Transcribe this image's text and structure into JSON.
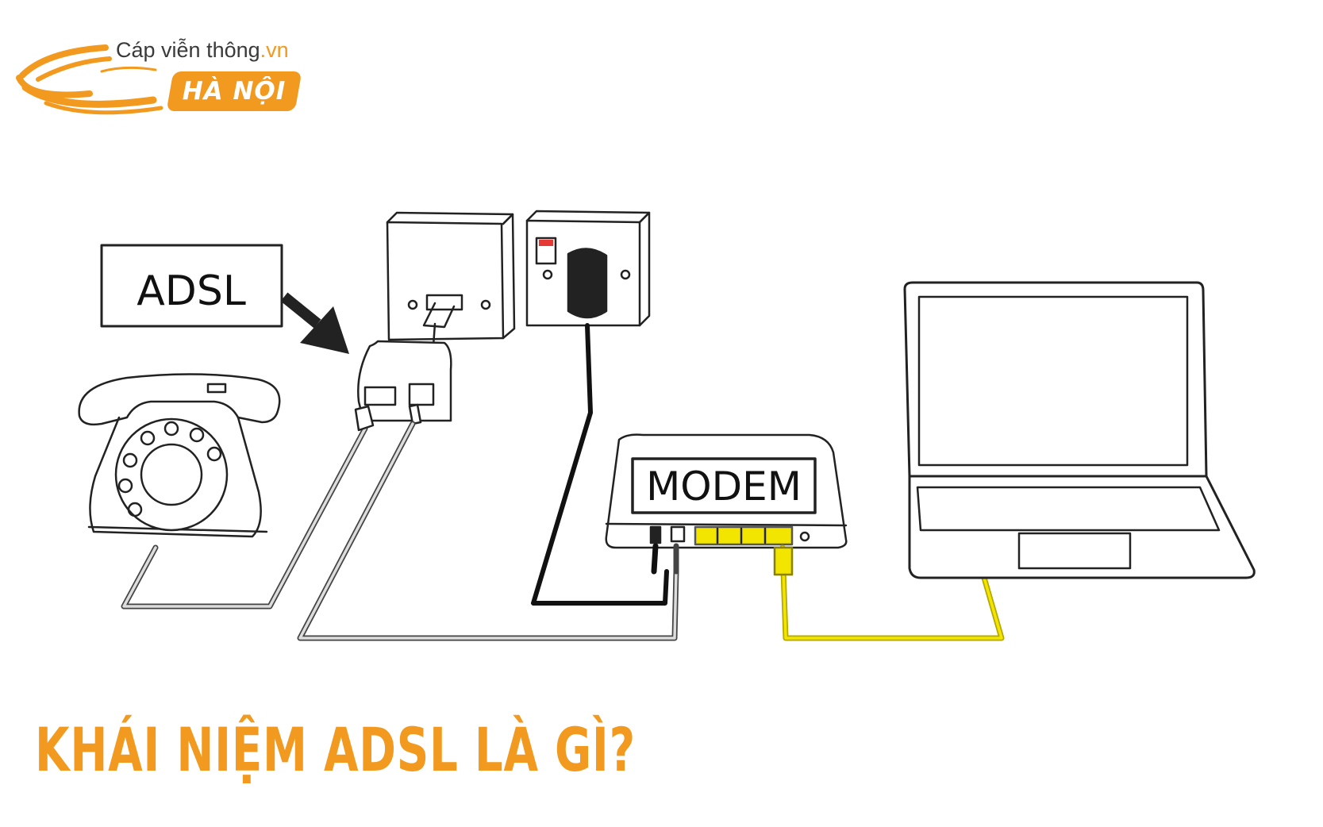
{
  "logo": {
    "site_name": "Cáp viễn thông",
    "site_tld": ".vn",
    "city": "HÀ NỘI"
  },
  "diagram": {
    "adsl_label": "ADSL",
    "modem_label": "MODEM",
    "colors": {
      "line": "#222222",
      "lan_cable": "#f2e600",
      "power_led": "#e53935",
      "brand": "#f29a1f"
    },
    "icons": [
      "phone-icon",
      "adsl-splitter-icon",
      "wall-phone-socket-icon",
      "power-socket-icon",
      "modem-icon",
      "laptop-icon"
    ]
  },
  "title": "KHÁI NIỆM ADSL LÀ GÌ?"
}
